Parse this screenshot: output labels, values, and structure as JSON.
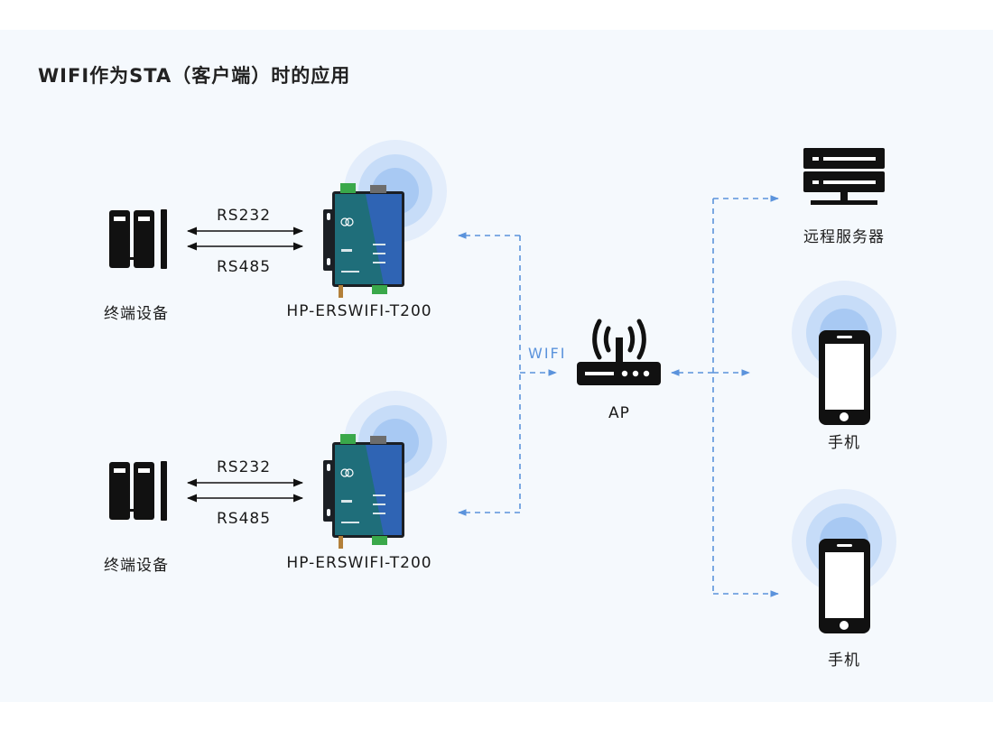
{
  "title": "WIFI作为STA（客户端）时的应用",
  "terminals": [
    {
      "label": "终端设备",
      "link_top": "RS232",
      "link_bottom": "RS485"
    },
    {
      "label": "终端设备",
      "link_top": "RS232",
      "link_bottom": "RS485"
    }
  ],
  "gateways": [
    {
      "label": "HP-ERSWIFI-T200"
    },
    {
      "label": "HP-ERSWIFI-T200"
    }
  ],
  "link_label": "WIFI",
  "ap": {
    "label": "AP"
  },
  "endpoints": [
    {
      "label": "远程服务器",
      "icon": "server-icon"
    },
    {
      "label": "手机",
      "icon": "phone-icon"
    },
    {
      "label": "手机",
      "icon": "phone-icon"
    }
  ],
  "colors": {
    "accent": "#5b93dc",
    "device_body": "#1f6e7a",
    "device_stripe": "#2f64b4",
    "icon_dark": "#111111",
    "panel_bg": "#f5f9fd"
  }
}
